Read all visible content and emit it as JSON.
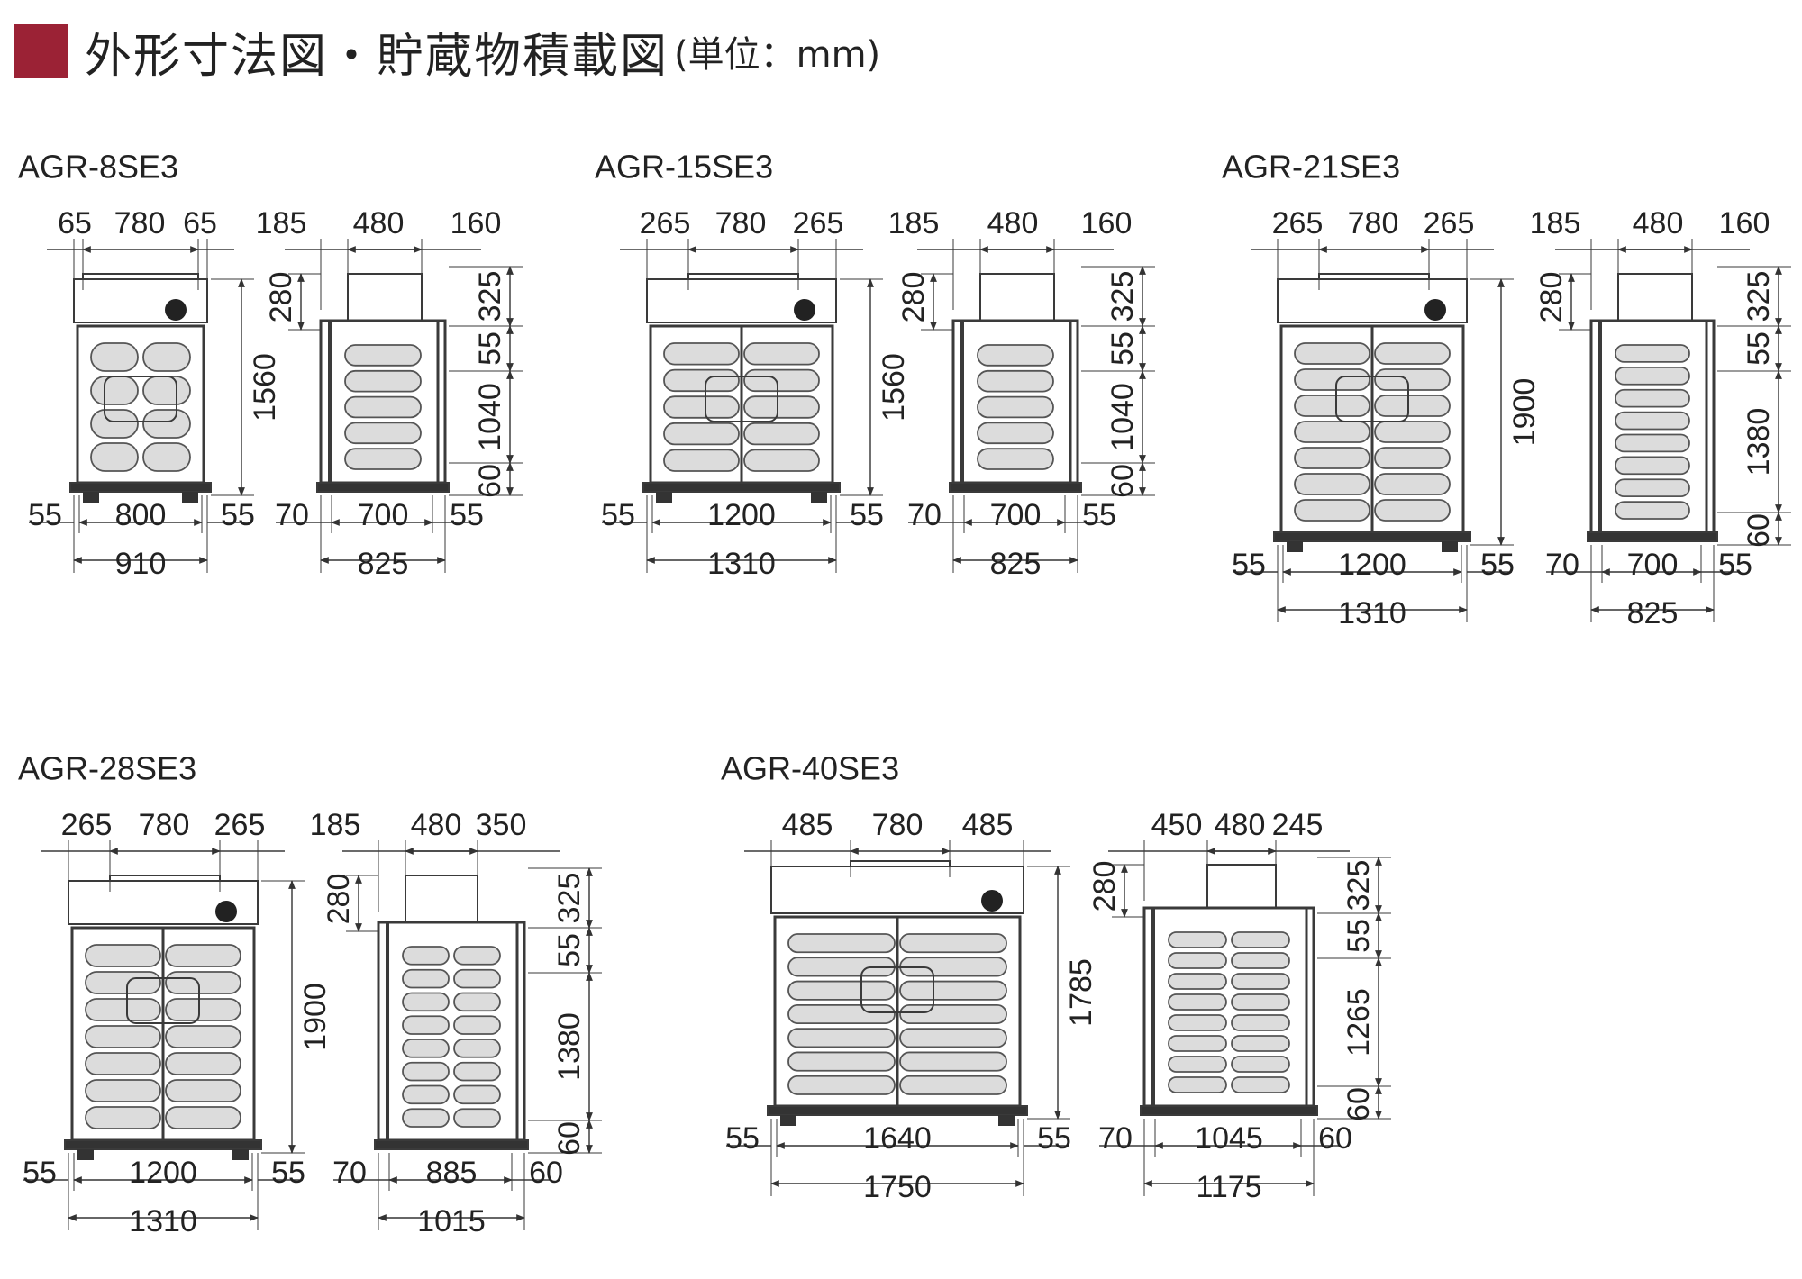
{
  "header": {
    "title": "外形寸法図・貯蔵物積載図",
    "unit": "(単位：mm)"
  },
  "colors": {
    "accent": "#9b2235",
    "line": "#3a3a3a",
    "rice_bag": "#dcdcdc"
  },
  "models": [
    {
      "name": "AGR-8SE3",
      "front": {
        "top": [
          "65",
          "780",
          "65"
        ],
        "height": "1560",
        "bottom": [
          "55",
          "800",
          "55"
        ],
        "total": "910"
      },
      "side": {
        "top": [
          "185",
          "480",
          "160"
        ],
        "right": [
          "280",
          "325",
          "55",
          "1040",
          "60"
        ],
        "bottom": [
          "70",
          "700",
          "55"
        ],
        "total": "825"
      }
    },
    {
      "name": "AGR-15SE3",
      "front": {
        "top": [
          "265",
          "780",
          "265"
        ],
        "height": "1560",
        "bottom": [
          "55",
          "1200",
          "55"
        ],
        "total": "1310"
      },
      "side": {
        "top": [
          "185",
          "480",
          "160"
        ],
        "right": [
          "280",
          "325",
          "55",
          "1040",
          "60"
        ],
        "bottom": [
          "70",
          "700",
          "55"
        ],
        "total": "825"
      }
    },
    {
      "name": "AGR-21SE3",
      "front": {
        "top": [
          "265",
          "780",
          "265"
        ],
        "height": "1900",
        "bottom": [
          "55",
          "1200",
          "55"
        ],
        "total": "1310"
      },
      "side": {
        "top": [
          "185",
          "480",
          "160"
        ],
        "right": [
          "280",
          "325",
          "55",
          "1380",
          "60"
        ],
        "bottom": [
          "70",
          "700",
          "55"
        ],
        "total": "825"
      }
    },
    {
      "name": "AGR-28SE3",
      "front": {
        "top": [
          "265",
          "780",
          "265"
        ],
        "height": "1900",
        "bottom": [
          "55",
          "1200",
          "55"
        ],
        "total": "1310"
      },
      "side": {
        "top": [
          "185",
          "480",
          "350"
        ],
        "right": [
          "280",
          "325",
          "55",
          "1380",
          "60"
        ],
        "bottom": [
          "70",
          "885",
          "60"
        ],
        "total": "1015"
      }
    },
    {
      "name": "AGR-40SE3",
      "front": {
        "top": [
          "485",
          "780",
          "485"
        ],
        "height": "1785",
        "bottom": [
          "55",
          "1640",
          "55"
        ],
        "total": "1750"
      },
      "side": {
        "top": [
          "450",
          "480",
          "245"
        ],
        "right": [
          "280",
          "325",
          "55",
          "1265",
          "60"
        ],
        "bottom": [
          "70",
          "1045",
          "60"
        ],
        "total": "1175"
      }
    }
  ]
}
